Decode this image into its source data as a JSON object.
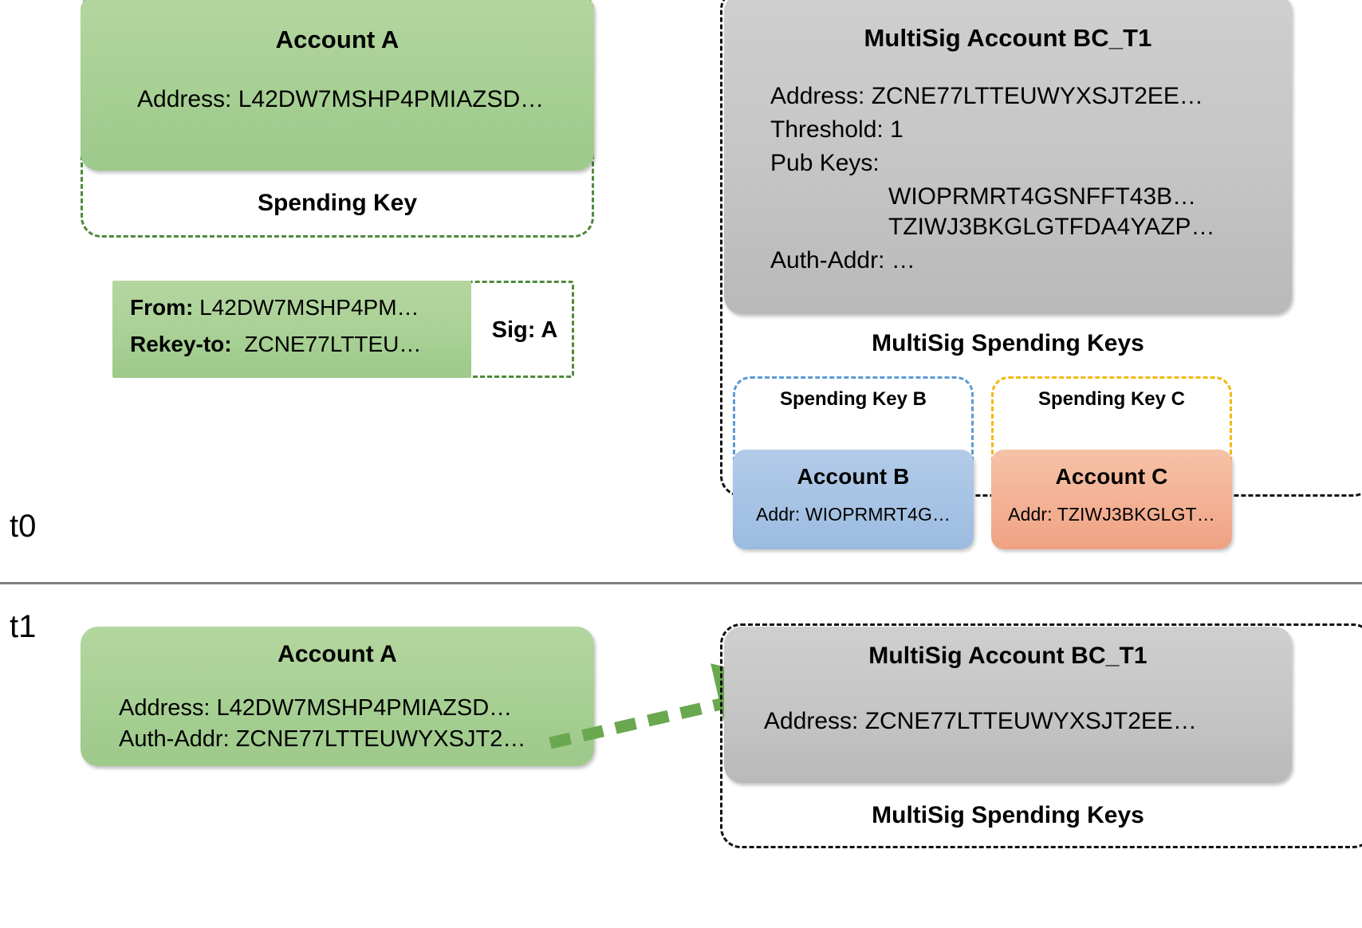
{
  "timeline": {
    "t0_label": "t0",
    "t1_label": "t1"
  },
  "t0": {
    "account_a": {
      "title": "Account A",
      "address": "Address: L42DW7MSHP4PMIAZSD…",
      "spending_key_label": "Spending Key"
    },
    "transaction": {
      "from_label": "From:",
      "from_value": "L42DW7MSHP4PM…",
      "rekey_label": "Rekey-to:",
      "rekey_value": "ZCNE77LTTEU…",
      "sig_label": "Sig: A"
    },
    "multisig": {
      "title": "MultiSig Account BC_T1",
      "address": "Address: ZCNE77LTTEUWYXSJT2EE…",
      "threshold": "Threshold: 1",
      "pub_keys_label": "Pub Keys:",
      "pub_keys": [
        "WIOPRMRT4GSNFFT43B…",
        "TZIWJ3BKGLGTFDA4YAZP…"
      ],
      "auth_addr": "Auth-Addr: …",
      "spending_keys_label": "MultiSig Spending Keys",
      "key_b_label": "Spending Key B",
      "key_c_label": "Spending Key C",
      "account_b": {
        "title": "Account B",
        "address": "Addr: WIOPRMRT4G…"
      },
      "account_c": {
        "title": "Account C",
        "address": "Addr: TZIWJ3BKGLGT…"
      }
    }
  },
  "t1": {
    "account_a": {
      "title": "Account A",
      "address": "Address: L42DW7MSHP4PMIAZSD…",
      "auth_addr": "Auth-Addr: ZCNE77LTTEUWYXSJT2…"
    },
    "multisig": {
      "title": "MultiSig Account BC_T1",
      "address": "Address: ZCNE77LTTEUWYXSJT2EE…",
      "spending_keys_label": "MultiSig Spending Keys"
    },
    "arrow": {
      "name": "rekey-arrow",
      "color": "#6aa84f"
    }
  },
  "colors": {
    "green_fill": "#a9d195",
    "green_dash": "#4e8a3c",
    "grey_fill": "#c6c6c6",
    "black_dash": "#111111",
    "blue_fill": "#a6c3e4",
    "blue_dash": "#5b9bd5",
    "orange_fill": "#f3b194",
    "yellow_dash": "#f3b915",
    "divider": "#808080",
    "arrow_green": "#6aa84f"
  }
}
